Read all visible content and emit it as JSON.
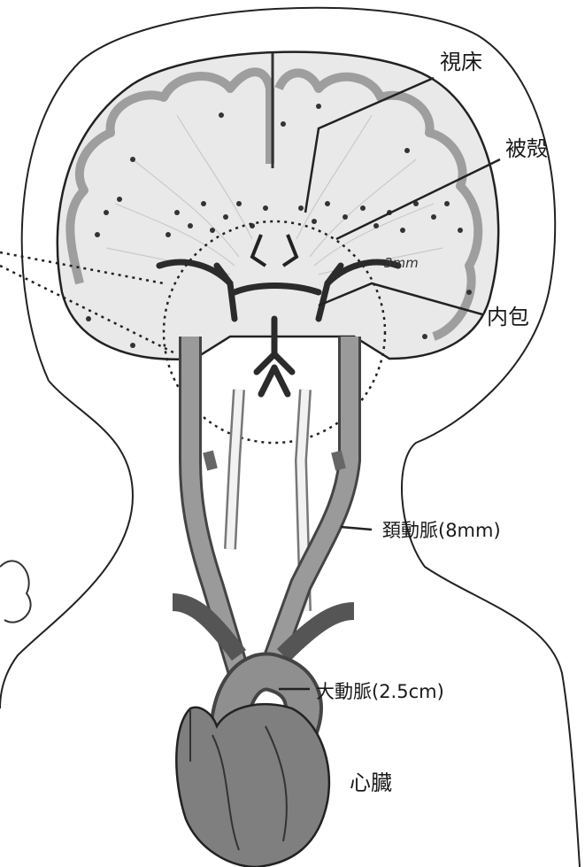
{
  "labels": {
    "thalamus": "視床",
    "putamen": "被殻",
    "internal_capsule": "内包",
    "width_3mm": "3mm",
    "carotid": "頚動脈(8mm)",
    "aorta": "大動脈(2.5cm)",
    "heart": "心臓"
  },
  "colors": {
    "ink": "#1a1a1a",
    "vessel": "#8c8c8c",
    "vessel_dark": "#3a3a3a",
    "brain_fill": "#e6e6e6",
    "gray_matter": "#9a9a9a",
    "fiber": "#c8c8c8"
  }
}
